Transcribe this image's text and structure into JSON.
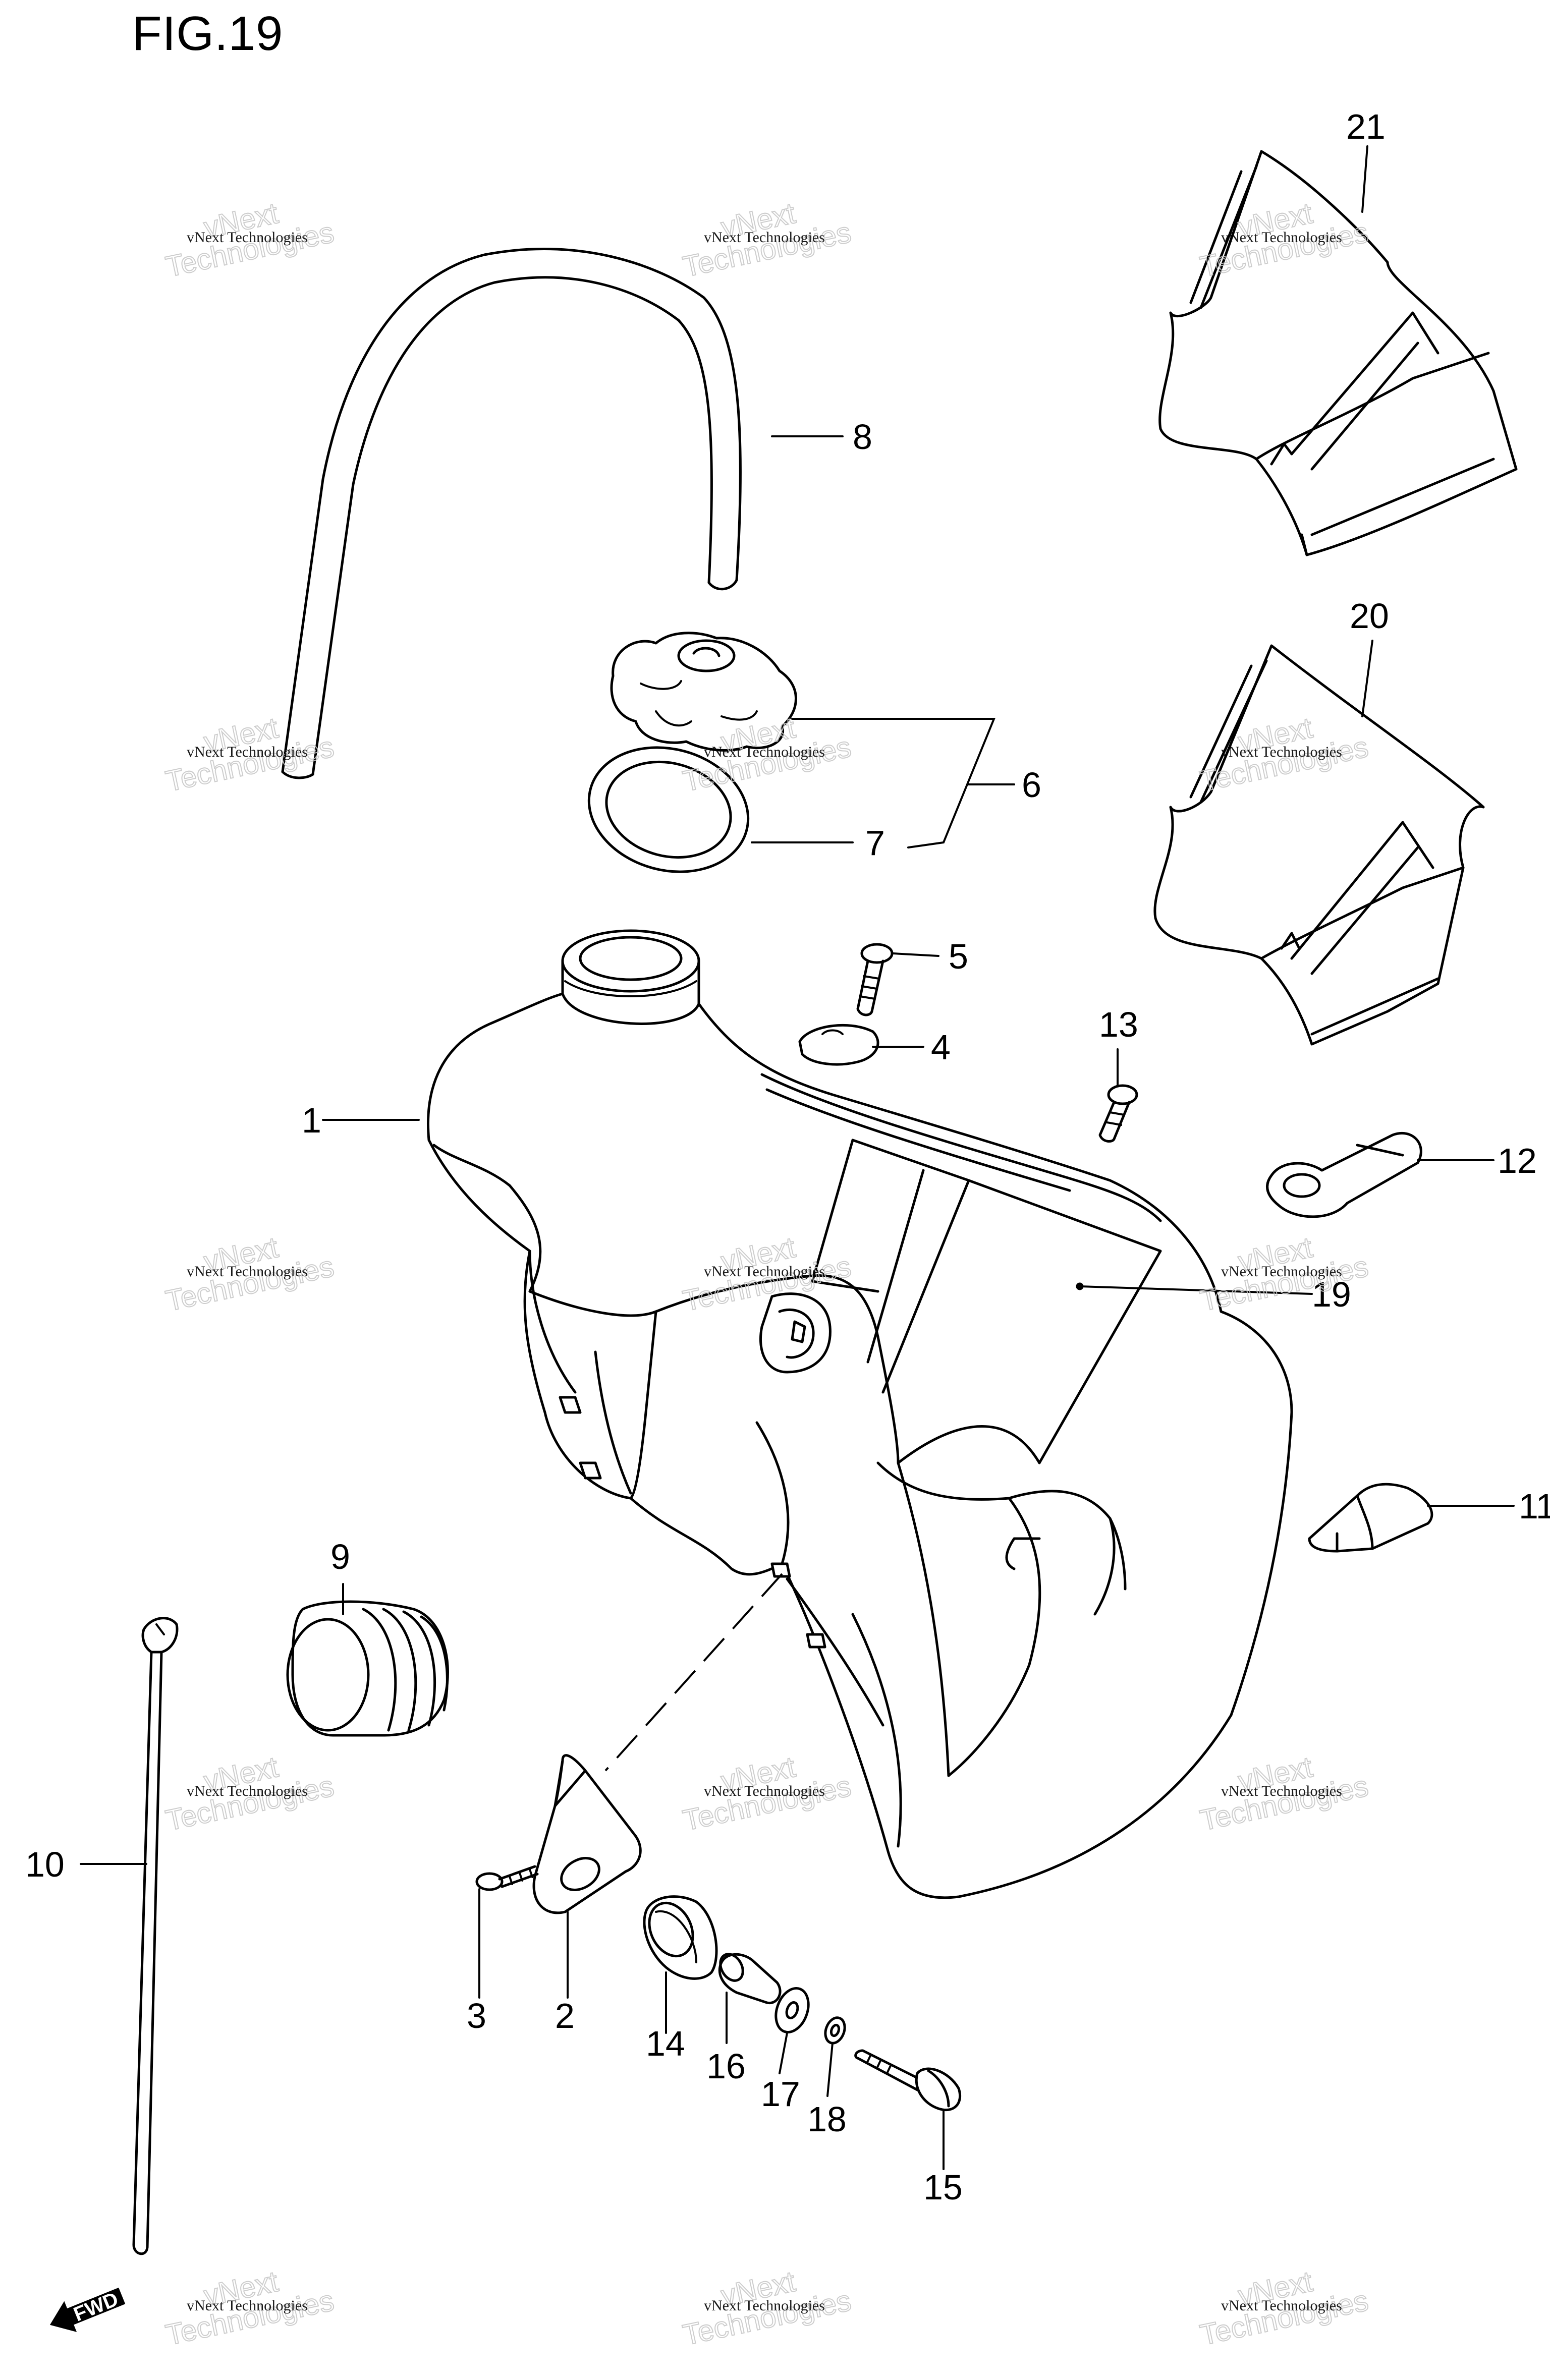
{
  "figure": {
    "title": "FIG.19"
  },
  "watermark": {
    "line1": "vNext Technologies",
    "line2": "Technologies",
    "line3": "vNext"
  },
  "fwd_label": "FWD",
  "callouts": {
    "c1": "1",
    "c2": "2",
    "c3": "3",
    "c4": "4",
    "c5": "5",
    "c6": "6",
    "c7": "7",
    "c8": "8",
    "c9": "9",
    "c10": "10",
    "c11": "11",
    "c12": "12",
    "c13": "13",
    "c14": "14",
    "c15": "15",
    "c16": "16",
    "c17": "17",
    "c18": "18",
    "c19": "19",
    "c20": "20",
    "c21": "21"
  }
}
